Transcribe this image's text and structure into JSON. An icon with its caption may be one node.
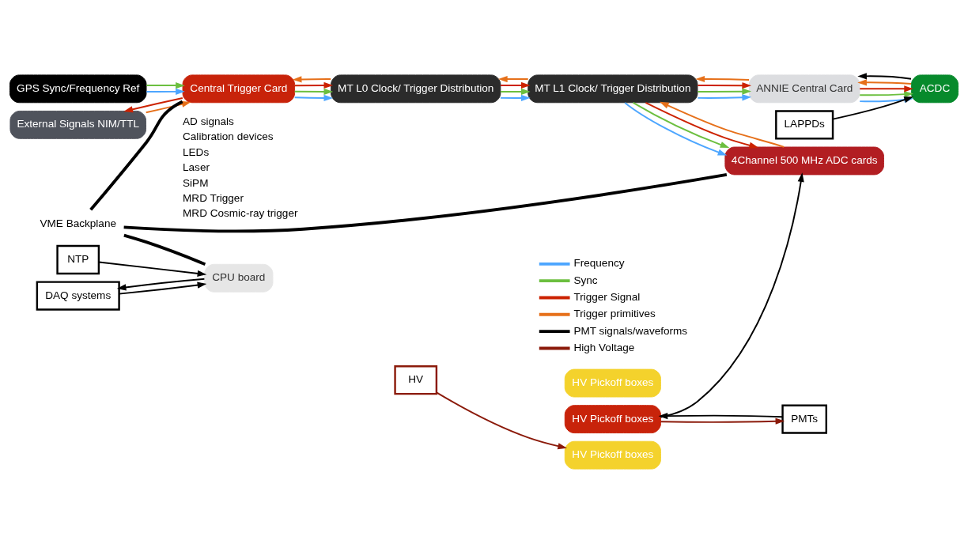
{
  "diagram": {
    "nodes": [
      {
        "text": [
          "GPS Sync/Frequency Ref"
        ]
      },
      {
        "text": [
          "External Signals NIM/TTL"
        ]
      },
      {
        "text": [
          "Central Trigger Card"
        ]
      },
      {
        "text": [
          "MT L0 Clock/ Trigger Distribution"
        ]
      },
      {
        "text": [
          "MT L1 Clock/ Trigger Distribution"
        ]
      },
      {
        "text": [
          "ANNIE Central Card"
        ]
      },
      {
        "text": [
          "ACDC"
        ]
      },
      {
        "text": [
          "LAPPDs"
        ]
      },
      {
        "text": [
          "4Channel 500 MHz ADC cards"
        ]
      },
      {
        "text": [
          "HV Pickoff boxes"
        ]
      },
      {
        "text": [
          "HV Pickoff boxes"
        ]
      },
      {
        "text": [
          "HV Pickoff boxes"
        ]
      },
      {
        "text": [
          "PMTs"
        ]
      },
      {
        "text": [
          "HV"
        ]
      },
      {
        "text": [
          "DAQ systems"
        ]
      },
      {
        "text": [
          "NTP"
        ]
      },
      {
        "text": [
          "CPU board"
        ]
      },
      {
        "text": [
          "VME Backplane"
        ]
      }
    ],
    "edges": [
      {
        "from": 0,
        "to": 2,
        "arrow": "to",
        "color": "#4da6ff"
      },
      {
        "from": 0,
        "to": 2,
        "arrow": "to",
        "color": "#6cbf3f"
      },
      {
        "from": 1,
        "to": 2,
        "arrow": "to",
        "color": "#e6701a"
      },
      {
        "from": 2,
        "to": 1,
        "arrow": "to",
        "color": "#cc2200"
      },
      {
        "from": 2,
        "to": 3,
        "arrow": "to",
        "color": "#4da6ff"
      },
      {
        "from": 2,
        "to": 3,
        "arrow": "to",
        "color": "#6cbf3f"
      },
      {
        "from": 2,
        "to": 3,
        "arrow": "to",
        "color": "#cc2200"
      },
      {
        "from": 3,
        "to": 2,
        "arrow": "to",
        "color": "#e6701a"
      },
      {
        "from": 3,
        "to": 4,
        "arrow": "to",
        "color": "#4da6ff"
      },
      {
        "from": 3,
        "to": 4,
        "arrow": "to",
        "color": "#6cbf3f"
      },
      {
        "from": 3,
        "to": 4,
        "arrow": "to",
        "color": "#cc2200"
      },
      {
        "from": 4,
        "to": 3,
        "arrow": "to",
        "color": "#e6701a"
      },
      {
        "from": 4,
        "to": 5,
        "arrow": "to",
        "color": "#4da6ff"
      },
      {
        "from": 4,
        "to": 5,
        "arrow": "to",
        "color": "#6cbf3f"
      },
      {
        "from": 4,
        "to": 5,
        "arrow": "to",
        "color": "#cc2200"
      },
      {
        "from": 5,
        "to": 4,
        "arrow": "to",
        "color": "#e6701a"
      },
      {
        "from": 4,
        "to": 8,
        "arrow": "to",
        "color": "#4da6ff"
      },
      {
        "from": 4,
        "to": 8,
        "arrow": "to",
        "color": "#6cbf3f"
      },
      {
        "from": 4,
        "to": 8,
        "arrow": "to",
        "color": "#cc2200"
      },
      {
        "from": 8,
        "to": 4,
        "arrow": "to",
        "color": "#e6701a"
      },
      {
        "from": 5,
        "to": 6,
        "arrow": "to",
        "color": "#4da6ff"
      },
      {
        "from": 5,
        "to": 6,
        "arrow": "to",
        "color": "#6cbf3f"
      },
      {
        "from": 5,
        "to": 6,
        "arrow": "to",
        "color": "#cc2200"
      },
      {
        "from": 6,
        "to": 5,
        "arrow": "to",
        "color": "#e6701a"
      },
      {
        "from": 6,
        "to": 5,
        "arrow": "to"
      },
      {
        "from": 7,
        "to": 6,
        "arrow": "to"
      },
      {
        "from": 10,
        "to": 8,
        "arrow": "to"
      },
      {
        "from": 12,
        "to": 10,
        "arrow": "to"
      },
      {
        "from": 10,
        "to": 12,
        "arrow": "to",
        "color": "#8b1a0a"
      },
      {
        "from": 13,
        "to": 11,
        "arrow": "to",
        "color": "#8b1a0a"
      },
      {
        "from": 14,
        "to": 16,
        "arrow": "to"
      },
      {
        "from": 16,
        "to": 14,
        "arrow": "to"
      },
      {
        "from": 15,
        "to": 16,
        "arrow": "to"
      },
      {
        "from": 17,
        "to": 2,
        "arrow": "none",
        "style": "thick"
      },
      {
        "from": 17,
        "to": 8,
        "arrow": "none",
        "style": "thick"
      },
      {
        "from": 17,
        "to": 16,
        "arrow": "none",
        "style": "thick"
      }
    ],
    "labels": [
      "AD signals",
      "Calibration devices",
      "LEDs",
      "Laser",
      "SiPM",
      "MRD Trigger",
      "MRD Cosmic-ray trigger"
    ],
    "legend": [
      {
        "text": "Frequency"
      },
      {
        "text": "Sync"
      },
      {
        "text": "Trigger Signal"
      },
      {
        "text": "Trigger primitives"
      },
      {
        "text": "PMT signals/waveforms"
      },
      {
        "text": "High Voltage"
      }
    ]
  }
}
